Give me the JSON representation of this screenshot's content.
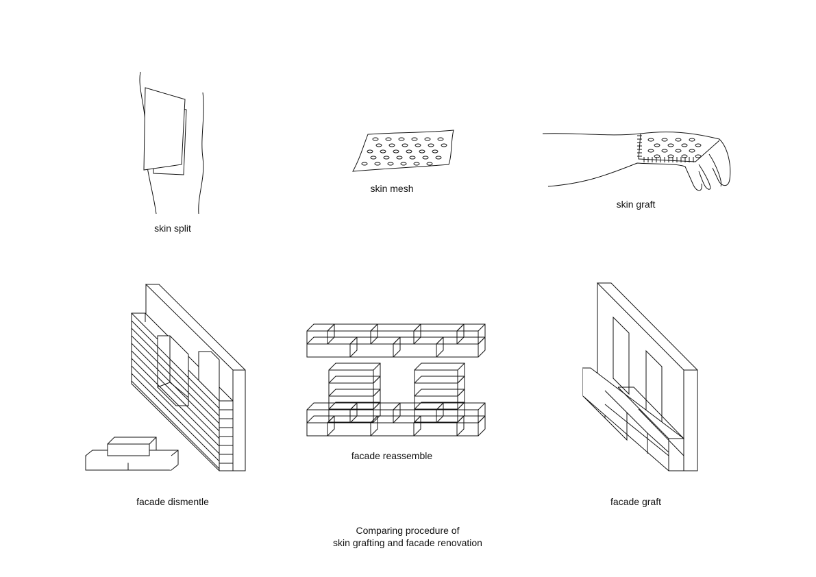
{
  "labels": {
    "skin_split": "skin split",
    "skin_mesh": "skin mesh",
    "skin_graft": "skin graft",
    "facade_dismentle": "facade dismentle",
    "facade_reassemble": "facade reassemble",
    "facade_graft": "facade graft"
  },
  "caption": {
    "line1": "Comparing procedure of",
    "line2": "skin grafting and facade renovation"
  }
}
